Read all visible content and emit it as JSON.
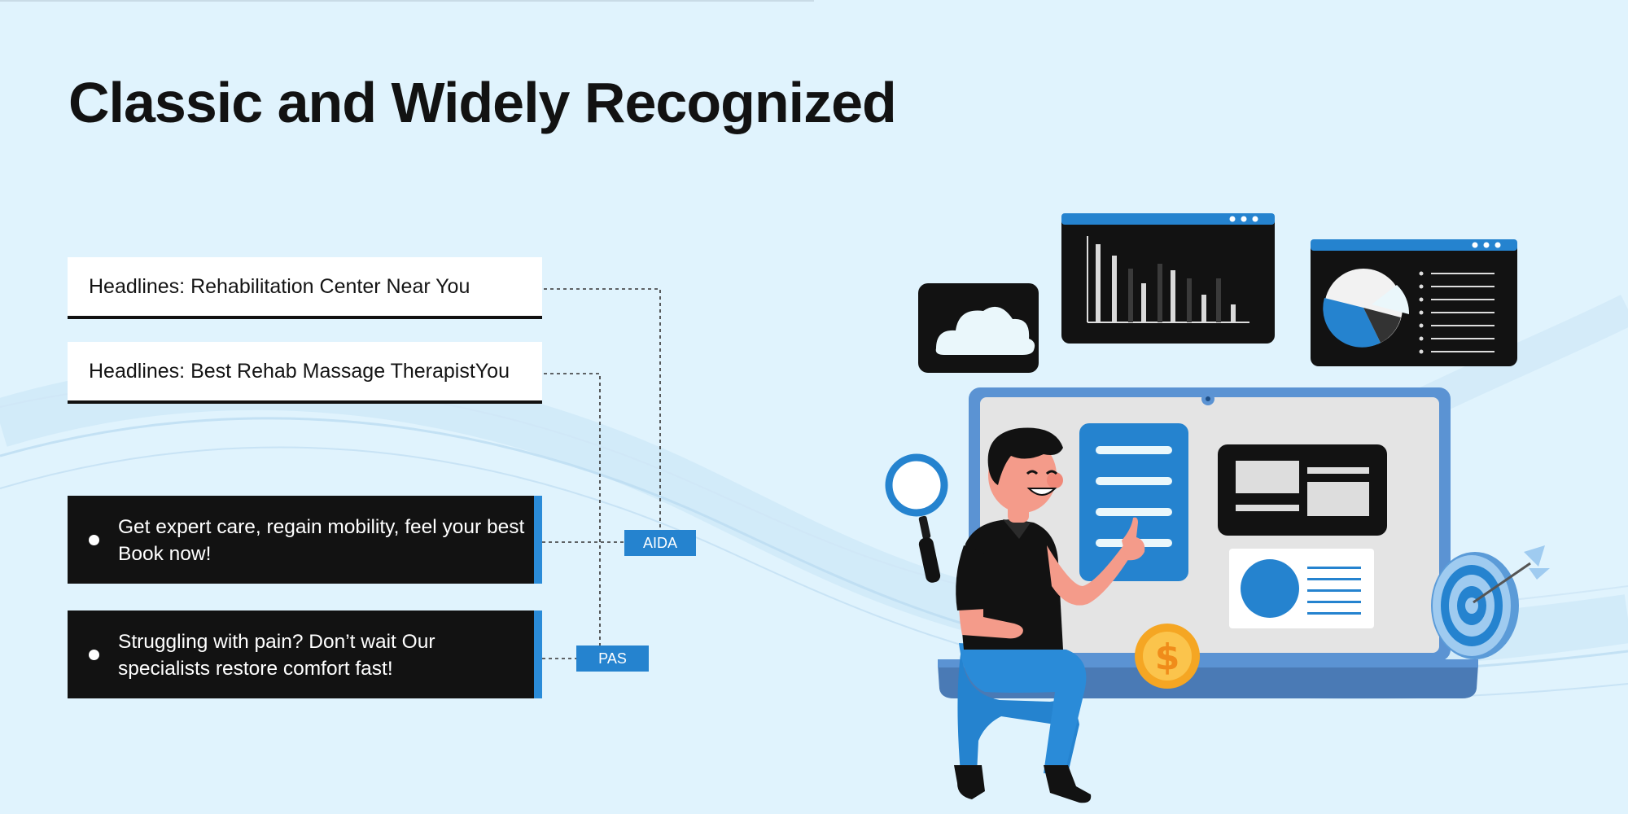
{
  "title": "Classic and Widely Recognized",
  "headlines": [
    {
      "text": "Headlines: Rehabilitation Center Near You"
    },
    {
      "text": "Headlines: Best Rehab Massage TherapistYou"
    }
  ],
  "ad_copy": [
    {
      "text": "Get expert care, regain mobility, feel your best  Book now!",
      "framework": "AIDA"
    },
    {
      "text": "Struggling with pain? Don’t wait  Our specialists restore comfort fast!",
      "framework": "PAS"
    }
  ],
  "colors": {
    "background": "#e0f3fd",
    "accent_blue": "#2583cf",
    "dark_panel": "#121212",
    "white": "#ffffff"
  },
  "illustration": {
    "icons": [
      "cloud-icon",
      "bar-chart-window-icon",
      "pie-chart-window-icon",
      "laptop-icon",
      "magnifier-icon",
      "dollar-coin-icon",
      "target-arrow-icon",
      "person-figure-icon"
    ]
  }
}
